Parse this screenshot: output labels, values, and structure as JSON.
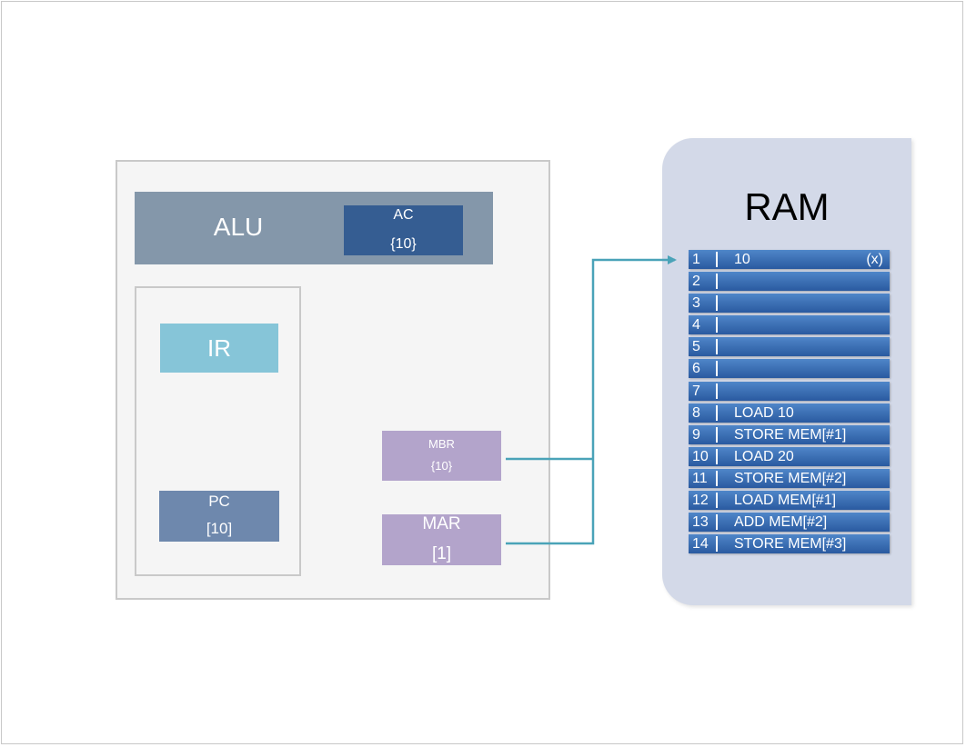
{
  "alu": {
    "label": "ALU"
  },
  "ac": {
    "label": "AC",
    "value": "{10}"
  },
  "ir": {
    "label": "IR"
  },
  "pc": {
    "label": "PC",
    "value": "[10]"
  },
  "mbr": {
    "label": "MBR",
    "value": "{10}"
  },
  "mar": {
    "label": "MAR",
    "value": "[1]"
  },
  "ram": {
    "title": "RAM",
    "rows": [
      {
        "addr": "1",
        "content": "10",
        "tag": "(x)"
      },
      {
        "addr": "2",
        "content": "",
        "tag": ""
      },
      {
        "addr": "3",
        "content": "",
        "tag": ""
      },
      {
        "addr": "4",
        "content": "",
        "tag": ""
      },
      {
        "addr": "5",
        "content": "",
        "tag": ""
      },
      {
        "addr": "6",
        "content": "",
        "tag": ""
      },
      {
        "addr": "7",
        "content": "",
        "tag": ""
      },
      {
        "addr": "8",
        "content": "LOAD 10",
        "tag": ""
      },
      {
        "addr": "9",
        "content": "STORE MEM[#1]",
        "tag": ""
      },
      {
        "addr": "10",
        "content": "LOAD 20",
        "tag": ""
      },
      {
        "addr": "11",
        "content": "STORE MEM[#2]",
        "tag": ""
      },
      {
        "addr": "12",
        "content": "LOAD MEM[#1]",
        "tag": ""
      },
      {
        "addr": "13",
        "content": "ADD MEM[#2]",
        "tag": ""
      },
      {
        "addr": "14",
        "content": "STORE MEM[#3]",
        "tag": ""
      }
    ]
  },
  "colors": {
    "connector": "#4aa3b8",
    "ram_row": "#2f64ab",
    "alu_bar": "#8497aa",
    "ac_box": "#355d92",
    "ir_box": "#86c5d8",
    "pc_box": "#6e88ad",
    "register_purple": "#b3a4cb",
    "ram_panel": "#d3d9e8"
  }
}
